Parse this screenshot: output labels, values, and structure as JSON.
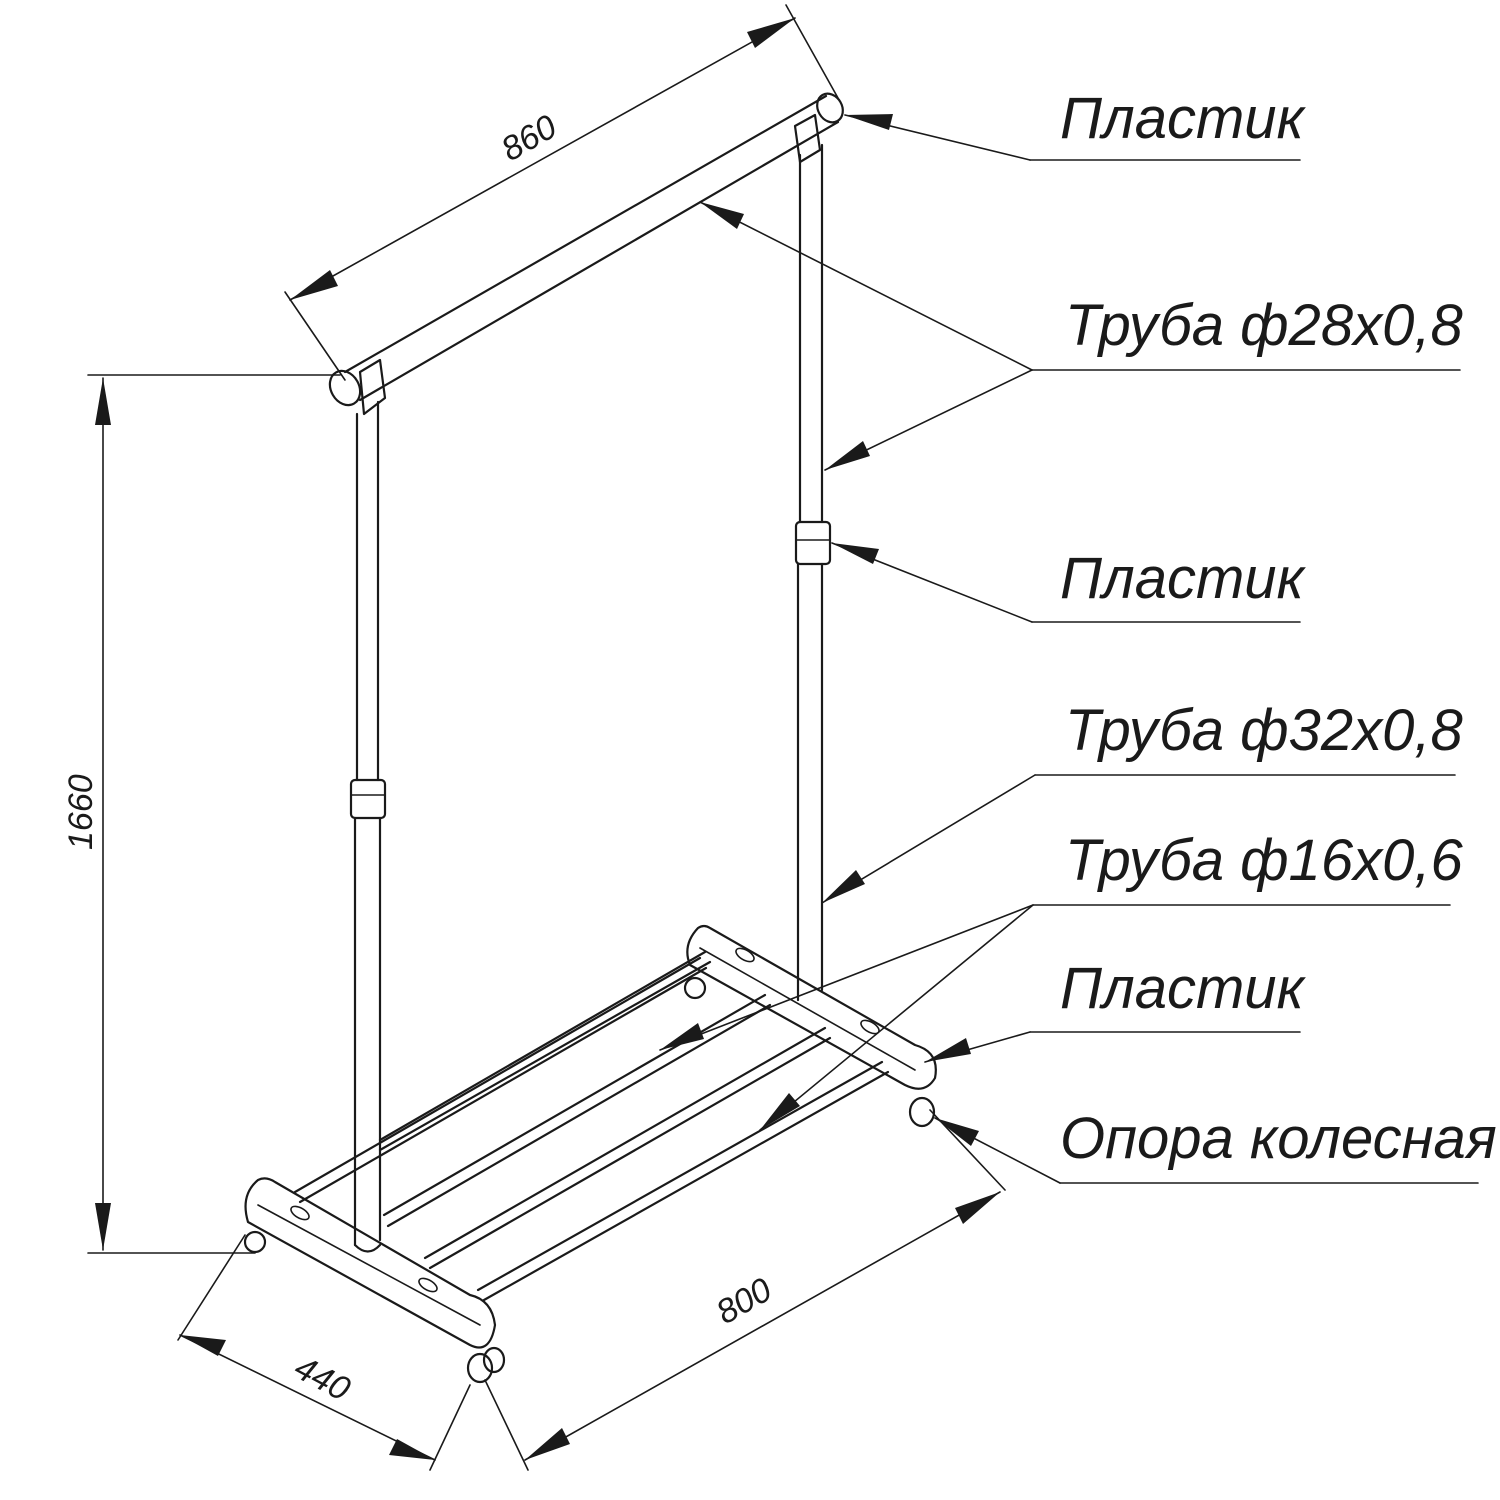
{
  "labels": {
    "plastic_top": "Пластик",
    "pipe_28": "Труба ф28х0,8",
    "plastic_mid": "Пластик",
    "pipe_32": "Труба ф32х0,8",
    "pipe_16": "Труба ф16х0,6",
    "plastic_base": "Пластик",
    "wheel_support": "Опора колесная"
  },
  "dimensions": {
    "top_bar_length": "860",
    "height": "1660",
    "base_length": "800",
    "base_depth": "440"
  }
}
